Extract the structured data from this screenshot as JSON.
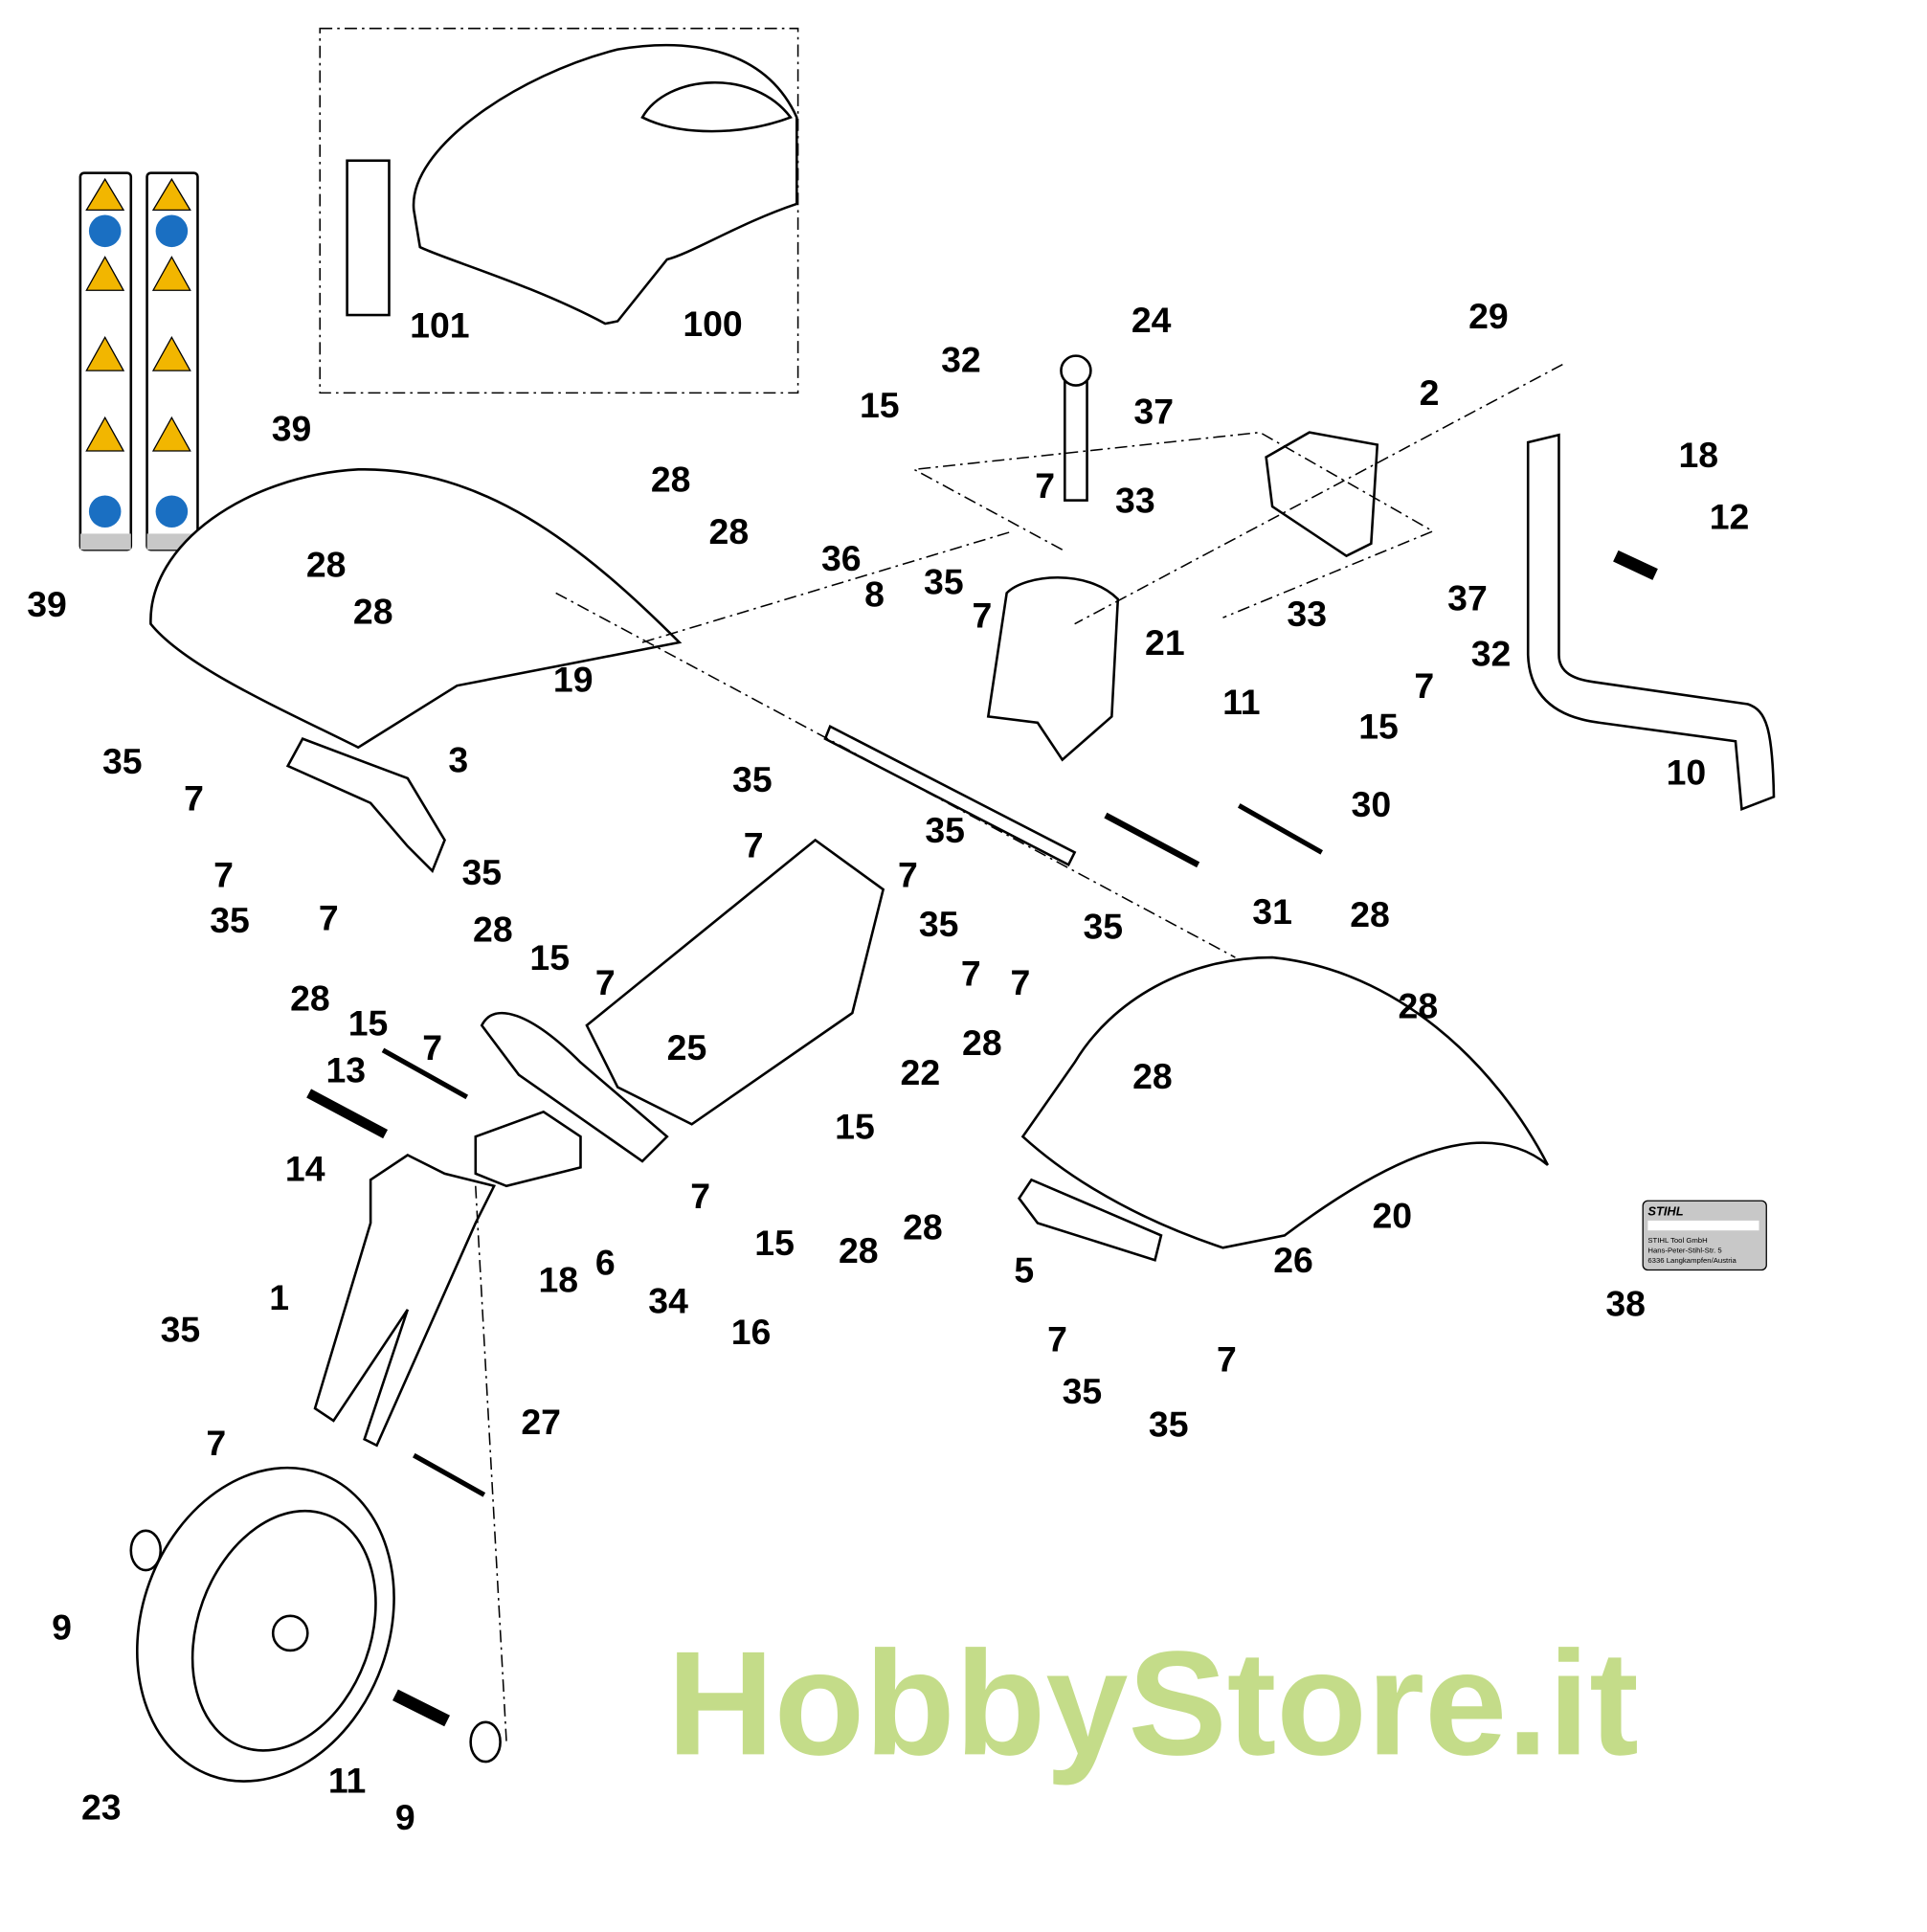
{
  "watermark": "HobbyStore.it",
  "colors": {
    "watermark": "#b5d36b",
    "warning": "#f2b600",
    "mandatory": "#1a6fc2",
    "label_plate": "#c8c8c8"
  },
  "label_plate": {
    "brand": "STIHL",
    "line1": "STIHL Tool GmbH",
    "line2": "Hans-Peter-Stihl-Str. 5",
    "line3": "6336 Langkampfen/Austria"
  },
  "callouts": [
    "101",
    "100",
    "39",
    "39",
    "24",
    "29",
    "32",
    "2",
    "15",
    "37",
    "7",
    "18",
    "33",
    "12",
    "28",
    "28",
    "28",
    "28",
    "36",
    "35",
    "8",
    "7",
    "37",
    "33",
    "32",
    "19",
    "21",
    "7",
    "15",
    "11",
    "35",
    "3",
    "7",
    "35",
    "10",
    "30",
    "35",
    "7",
    "7",
    "35",
    "7",
    "35",
    "7",
    "35",
    "35",
    "31",
    "28",
    "28",
    "15",
    "7",
    "7",
    "7",
    "28",
    "15",
    "28",
    "7",
    "25",
    "28",
    "13",
    "22",
    "28",
    "15",
    "14",
    "7",
    "20",
    "28",
    "18",
    "6",
    "15",
    "28",
    "26",
    "5",
    "34",
    "1",
    "16",
    "38",
    "35",
    "7",
    "7",
    "35",
    "7",
    "35",
    "27",
    "9",
    "23",
    "11",
    "9"
  ]
}
